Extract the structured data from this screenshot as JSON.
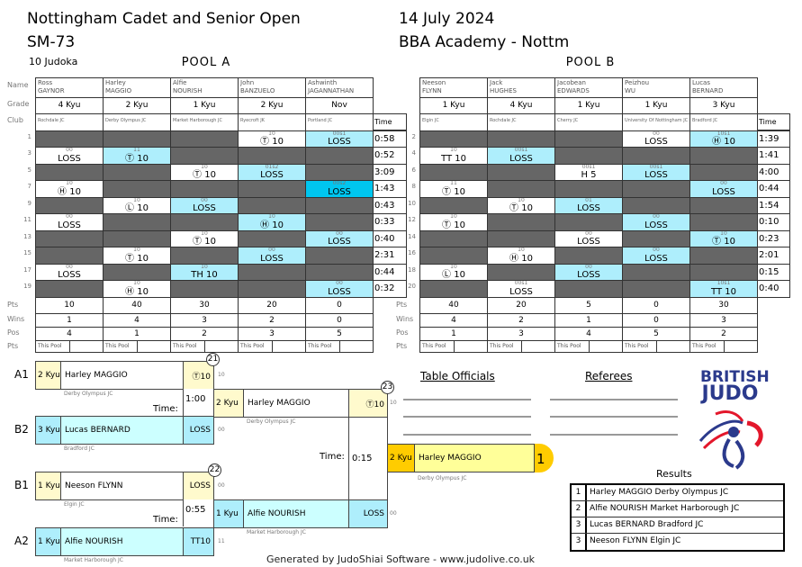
{
  "header": {
    "title": "Nottingham Cadet and Senior Open",
    "category": "SM-73",
    "date": "14 July 2024",
    "venue": "BBA Academy - Nottm",
    "count": "10 Judoka"
  },
  "row_labels": {
    "name": "Name",
    "grade": "Grade",
    "club": "Club",
    "time": "Time",
    "pts": "Pts",
    "wins": "Wins",
    "pos": "Pos",
    "pool_pts": "Pts",
    "this_pool": "This Pool"
  },
  "pools": [
    {
      "title": "POOL A",
      "players": [
        {
          "first": "Ross",
          "last": "GAYNOR",
          "grade": "4 Kyu",
          "club": "Rochdale JC",
          "pts": "10",
          "wins": "1",
          "pos": "4"
        },
        {
          "first": "Harley",
          "last": "MAGGIO",
          "grade": "2 Kyu",
          "club": "Derby Olympus JC",
          "pts": "40",
          "wins": "4",
          "pos": "1"
        },
        {
          "first": "Alfie",
          "last": "NOURISH",
          "grade": "1 Kyu",
          "club": "Market Harborough JC",
          "pts": "30",
          "wins": "3",
          "pos": "2"
        },
        {
          "first": "John",
          "last": "BANZUELO",
          "grade": "2 Kyu",
          "club": "Ryecroft JK",
          "pts": "20",
          "wins": "2",
          "pos": "3"
        },
        {
          "first": "Ashwinth",
          "last": "JAGANNATHAN",
          "grade": "Nov",
          "club": "Portland JC",
          "pts": "0",
          "wins": "0",
          "pos": "5"
        }
      ],
      "matches": [
        {
          "no": "1",
          "time": "0:58",
          "cells": {
            "3": [
              "w",
              "10",
              "Ⓣ 10"
            ],
            "4": [
              "b",
              "00s1",
              "LOSS"
            ]
          }
        },
        {
          "no": "3",
          "time": "0:52",
          "cells": {
            "0": [
              "w",
              "00",
              "LOSS"
            ],
            "1": [
              "b",
              "11",
              "Ⓣ 10"
            ]
          }
        },
        {
          "no": "5",
          "time": "3:09",
          "cells": {
            "2": [
              "w",
              "10",
              "Ⓣ 10"
            ],
            "3": [
              "b",
              "01s2",
              "LOSS"
            ]
          }
        },
        {
          "no": "7",
          "time": "1:43",
          "cells": {
            "0": [
              "w",
              "10",
              "Ⓗ 10"
            ],
            "4": [
              "c",
              "00s2",
              "LOSS"
            ]
          }
        },
        {
          "no": "9",
          "time": "0:43",
          "cells": {
            "1": [
              "w",
              "10",
              "Ⓛ 10"
            ],
            "2": [
              "b",
              "00",
              "LOSS"
            ]
          }
        },
        {
          "no": "11",
          "time": "0:33",
          "cells": {
            "0": [
              "w",
              "00",
              "LOSS"
            ],
            "3": [
              "b",
              "10",
              "Ⓗ 10"
            ]
          }
        },
        {
          "no": "13",
          "time": "0:40",
          "cells": {
            "2": [
              "w",
              "10",
              "Ⓣ 10"
            ],
            "4": [
              "b",
              "00",
              "LOSS"
            ]
          }
        },
        {
          "no": "15",
          "time": "2:31",
          "cells": {
            "1": [
              "w",
              "10",
              "Ⓣ 10"
            ],
            "3": [
              "b",
              "00",
              "LOSS"
            ]
          }
        },
        {
          "no": "17",
          "time": "0:44",
          "cells": {
            "0": [
              "w",
              "00",
              "LOSS"
            ],
            "2": [
              "b",
              "10",
              "TH 10"
            ]
          }
        },
        {
          "no": "19",
          "time": "0:32",
          "cells": {
            "1": [
              "w",
              "10",
              "Ⓗ 10"
            ],
            "4": [
              "b",
              "00",
              "LOSS"
            ]
          }
        }
      ]
    },
    {
      "title": "POOL B",
      "players": [
        {
          "first": "Neeson",
          "last": "FLYNN",
          "grade": "1 Kyu",
          "club": "Elgin JC",
          "pts": "40",
          "wins": "4",
          "pos": "1"
        },
        {
          "first": "Jack",
          "last": "HUGHES",
          "grade": "4 Kyu",
          "club": "Rochdale JC",
          "pts": "20",
          "wins": "2",
          "pos": "3"
        },
        {
          "first": "Jacobean",
          "last": "EDWARDS",
          "grade": "1 Kyu",
          "club": "Cherry JC",
          "pts": "5",
          "wins": "1",
          "pos": "4"
        },
        {
          "first": "Peizhou",
          "last": "WU",
          "grade": "1 Kyu",
          "club": "University Of Nottingham JC",
          "pts": "0",
          "wins": "0",
          "pos": "5"
        },
        {
          "first": "Lucas",
          "last": "BERNARD",
          "grade": "3 Kyu",
          "club": "Bradford JC",
          "pts": "30",
          "wins": "3",
          "pos": "2"
        }
      ],
      "matches": [
        {
          "no": "2",
          "time": "1:39",
          "cells": {
            "3": [
              "w",
              "00",
              "LOSS"
            ],
            "4": [
              "b",
              "10s1",
              "Ⓗ 10"
            ]
          }
        },
        {
          "no": "4",
          "time": "1:41",
          "cells": {
            "0": [
              "w",
              "10",
              "TT 10"
            ],
            "1": [
              "b",
              "00s1",
              "LOSS"
            ]
          }
        },
        {
          "no": "6",
          "time": "4:00",
          "cells": {
            "2": [
              "w",
              "00s1",
              "H 5"
            ],
            "3": [
              "b",
              "00s1",
              "LOSS"
            ]
          }
        },
        {
          "no": "8",
          "time": "0:44",
          "cells": {
            "0": [
              "w",
              "11",
              "Ⓣ 10"
            ],
            "4": [
              "b",
              "00",
              "LOSS"
            ]
          }
        },
        {
          "no": "10",
          "time": "1:54",
          "cells": {
            "1": [
              "w",
              "10",
              "Ⓣ 10"
            ],
            "2": [
              "b",
              "01",
              "LOSS"
            ]
          }
        },
        {
          "no": "12",
          "time": "0:10",
          "cells": {
            "0": [
              "w",
              "10",
              "Ⓣ 10"
            ],
            "3": [
              "b",
              "00",
              "LOSS"
            ]
          }
        },
        {
          "no": "14",
          "time": "0:23",
          "cells": {
            "2": [
              "w",
              "00",
              "LOSS"
            ],
            "4": [
              "b",
              "10",
              "Ⓣ 10"
            ]
          }
        },
        {
          "no": "16",
          "time": "2:01",
          "cells": {
            "1": [
              "w",
              "10",
              "Ⓗ 10"
            ],
            "3": [
              "b",
              "00",
              "LOSS"
            ]
          }
        },
        {
          "no": "18",
          "time": "0:15",
          "cells": {
            "0": [
              "w",
              "10",
              "Ⓛ 10"
            ],
            "2": [
              "b",
              "00",
              "LOSS"
            ]
          }
        },
        {
          "no": "20",
          "time": "0:40",
          "cells": {
            "1": [
              "w",
              "00s1",
              "LOSS"
            ],
            "4": [
              "b",
              "10s1",
              "TT 10"
            ]
          }
        }
      ]
    }
  ],
  "bracket": {
    "time_label": "Time:",
    "m21": {
      "no": "21",
      "time": "1:00",
      "a": {
        "seed": "A1",
        "grade": "2 Kyu",
        "name": "Harley MAGGIO",
        "club": "Derby Olympus JC",
        "score": "Ⓣ10",
        "pts": "10"
      },
      "b": {
        "seed": "B2",
        "grade": "3 Kyu",
        "name": "Lucas BERNARD",
        "club": "Bradford JC",
        "score": "LOSS",
        "pts": "00"
      }
    },
    "m22": {
      "no": "22",
      "time": "0:55",
      "a": {
        "seed": "B1",
        "grade": "1 Kyu",
        "name": "Neeson FLYNN",
        "club": "Elgin JC",
        "score": "LOSS",
        "pts": "00"
      },
      "b": {
        "seed": "A2",
        "grade": "1 Kyu",
        "name": "Alfie NOURISH",
        "club": "Market Harborough JC",
        "score": "TT10",
        "pts": "11"
      }
    },
    "m23": {
      "no": "23",
      "time": "0:15",
      "a": {
        "grade": "2 Kyu",
        "name": "Harley MAGGIO",
        "club": "Derby Olympus JC",
        "score": "Ⓣ10",
        "pts": "10"
      },
      "b": {
        "grade": "1 Kyu",
        "name": "Alfie NOURISH",
        "club": "Market Harborough JC",
        "score": "LOSS",
        "pts": "00"
      }
    },
    "winner": {
      "grade": "2 Kyu",
      "name": "Harley MAGGIO",
      "club": "Derby Olympus JC",
      "place": "1"
    }
  },
  "officials": {
    "table": "Table Officials",
    "referees": "Referees"
  },
  "logo": {
    "line1": "BRITISH",
    "line2": "JUDO"
  },
  "results": {
    "title": "Results",
    "rows": [
      {
        "place": "1",
        "text": "Harley MAGGIO Derby Olympus JC"
      },
      {
        "place": "2",
        "text": "Alfie NOURISH Market Harborough JC"
      },
      {
        "place": "3",
        "text": "Lucas BERNARD Bradford JC"
      },
      {
        "place": "3",
        "text": "Neeson FLYNN Elgin JC"
      }
    ]
  },
  "footer": "Generated by JudoShiai Software - www.judolive.co.uk",
  "colors": {
    "dark": "#666666",
    "win_blue": "#aeeefc",
    "highlight": "#00c6ef",
    "yellow": "#fffacd",
    "gold": "#ffcc00"
  }
}
